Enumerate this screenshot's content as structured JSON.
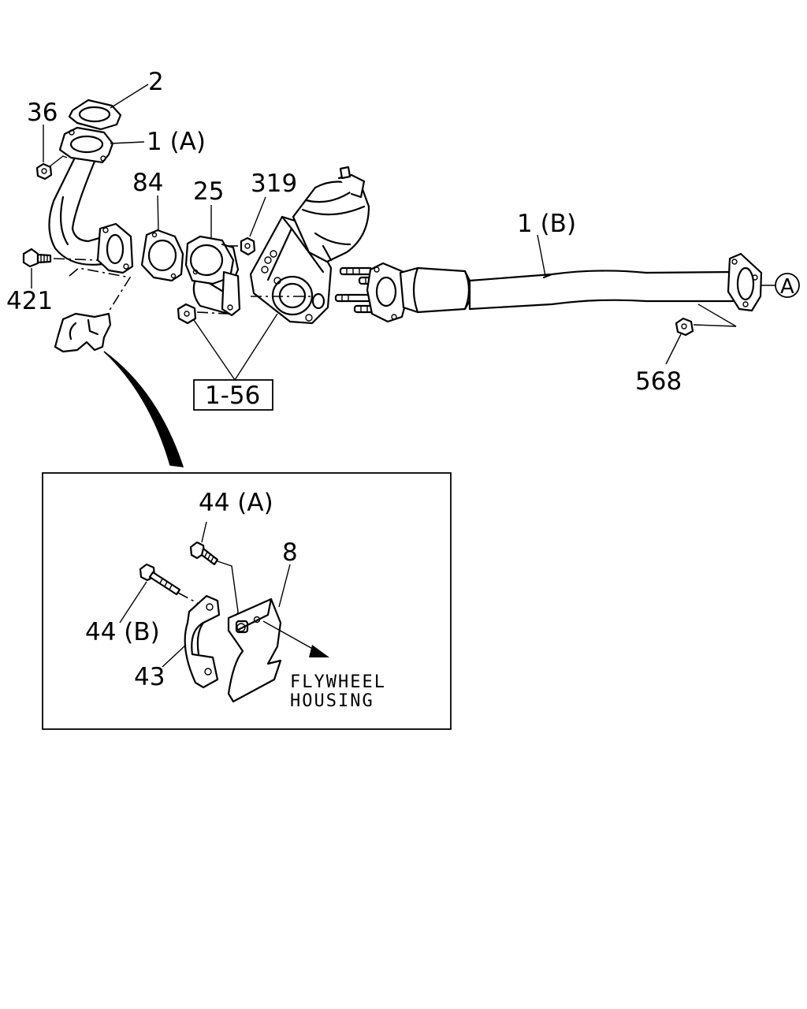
{
  "callouts": {
    "c2": "2",
    "c36": "36",
    "c1a": "1 (A)",
    "c84": "84",
    "c25": "25",
    "c319": "319",
    "c1b": "1 (B)",
    "c421": "421",
    "c568": "568",
    "c156": "1-56",
    "cA": "A"
  },
  "detail": {
    "c44a": "44 (A)",
    "c44b": "44 (B)",
    "c8": "8",
    "c43": "43",
    "note_line1": "FLYWHEEL",
    "note_line2": "HOUSING"
  }
}
